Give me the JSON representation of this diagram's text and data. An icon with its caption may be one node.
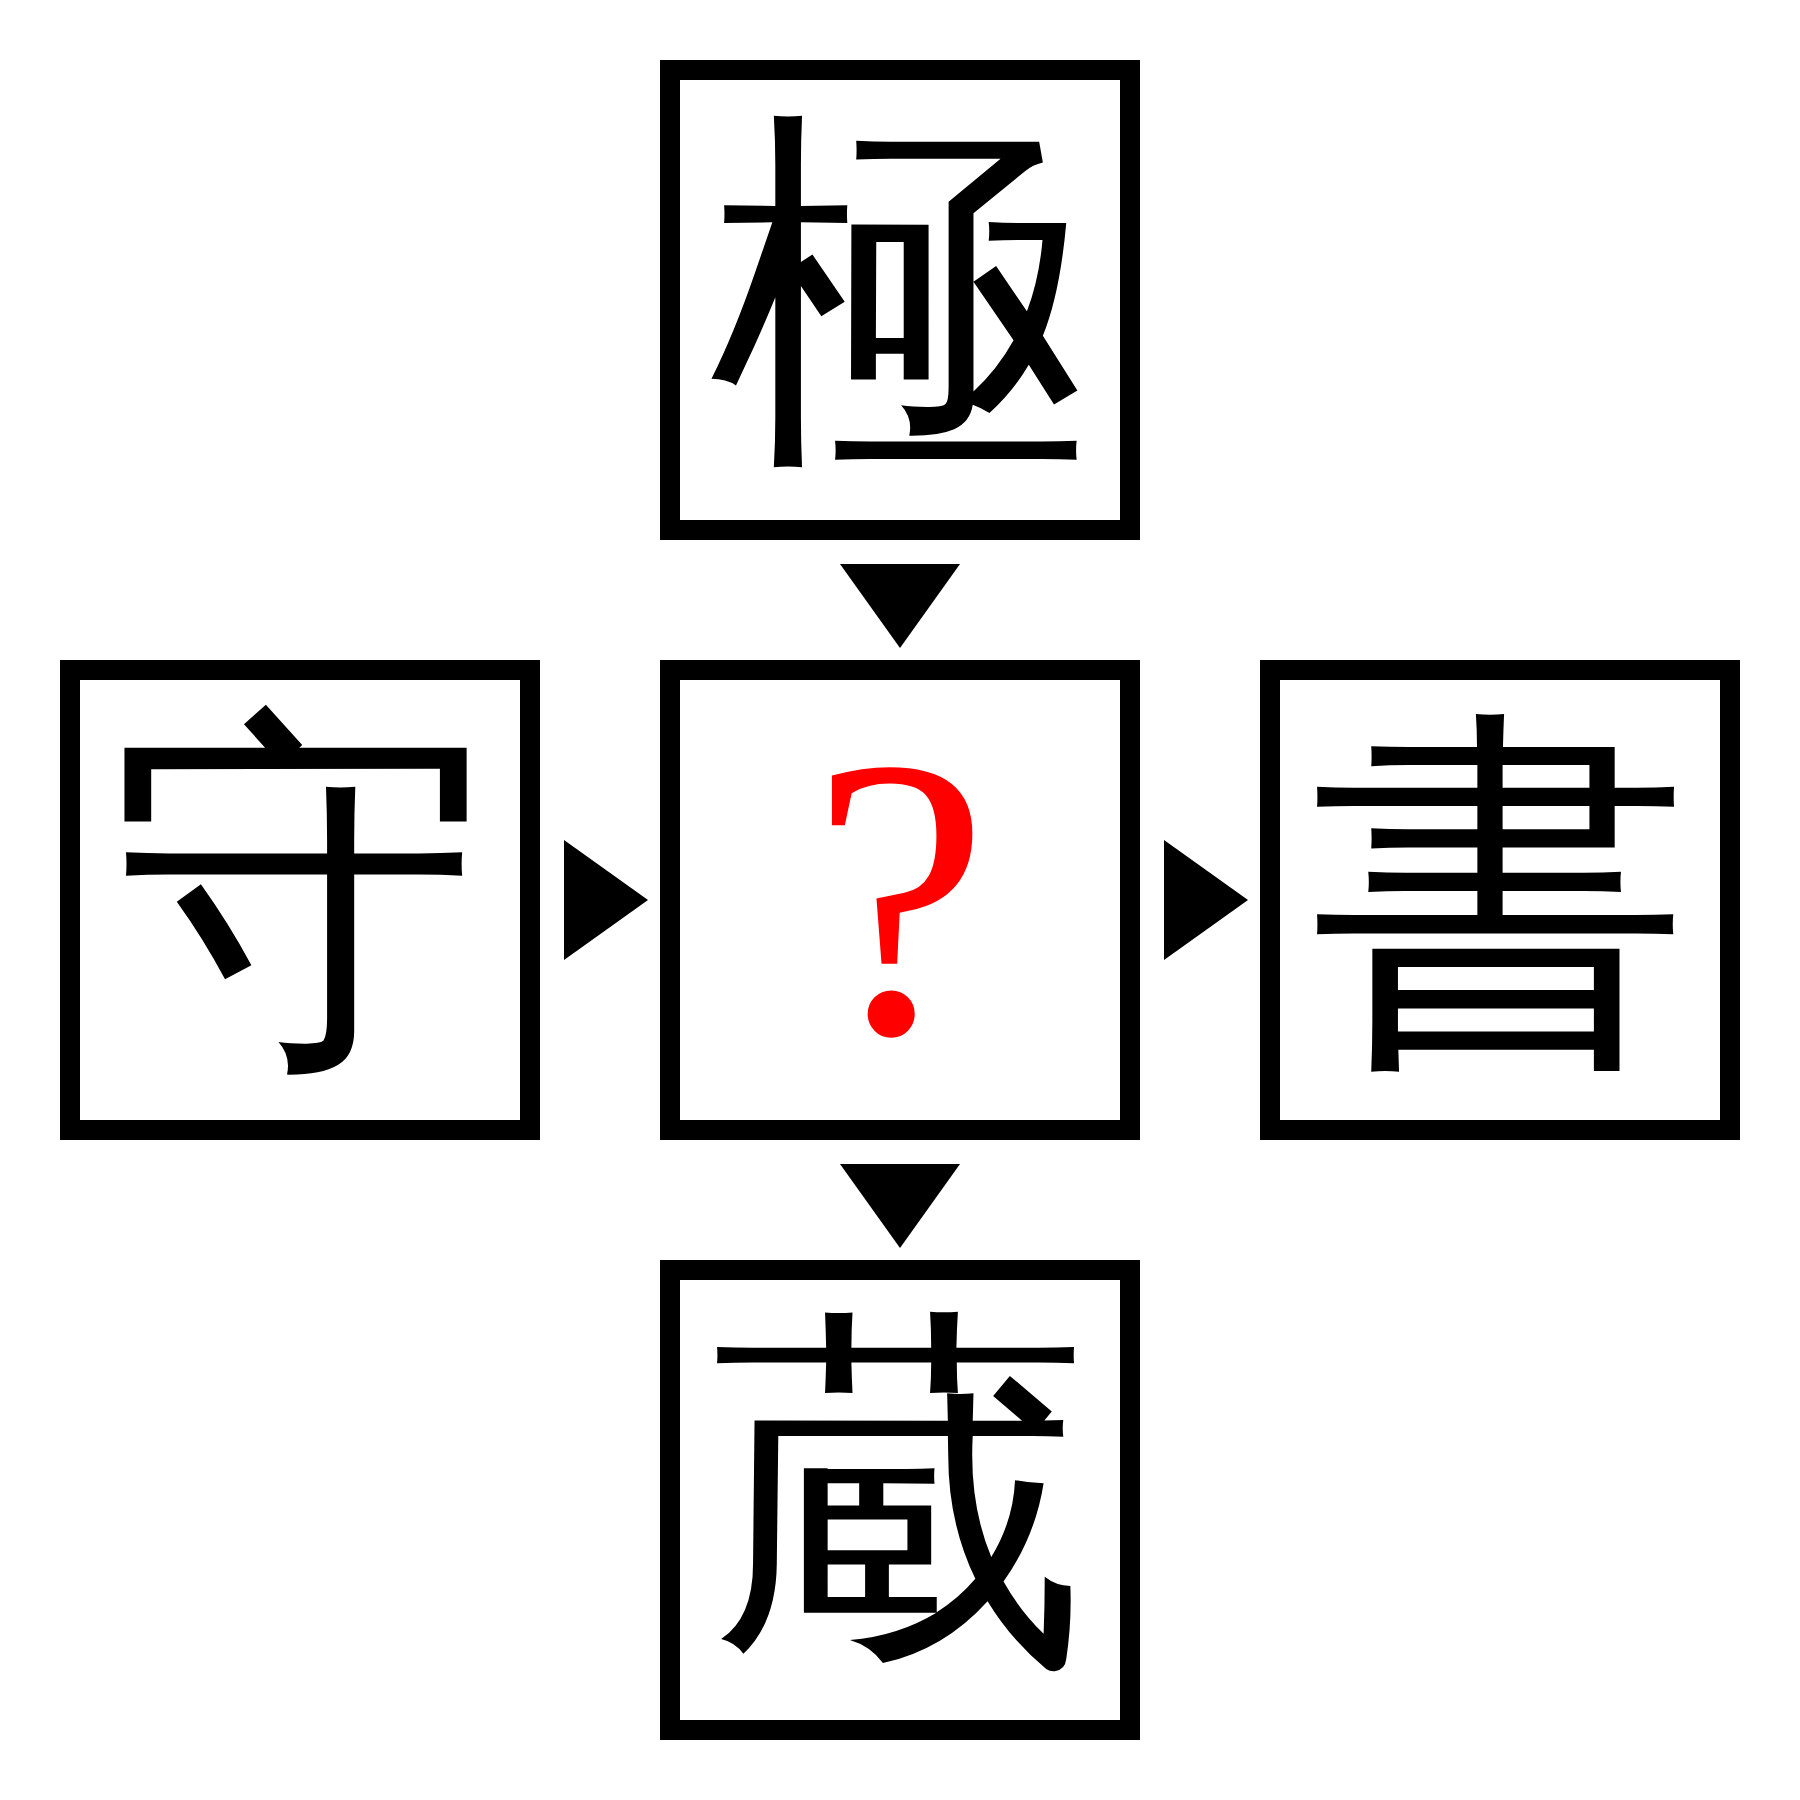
{
  "diagram": {
    "nodes": [
      {
        "text": [
          "極"
        ]
      },
      {
        "text": [
          "守"
        ]
      },
      {
        "text": [
          "?"
        ]
      },
      {
        "text": [
          "書"
        ]
      },
      {
        "text": [
          "蔵"
        ]
      }
    ],
    "edges": [
      {
        "from": 0,
        "to": 2,
        "arrow": "to"
      },
      {
        "from": 1,
        "to": 2,
        "arrow": "to"
      },
      {
        "from": 2,
        "to": 3,
        "arrow": "to"
      },
      {
        "from": 2,
        "to": 4,
        "arrow": "to"
      }
    ]
  }
}
